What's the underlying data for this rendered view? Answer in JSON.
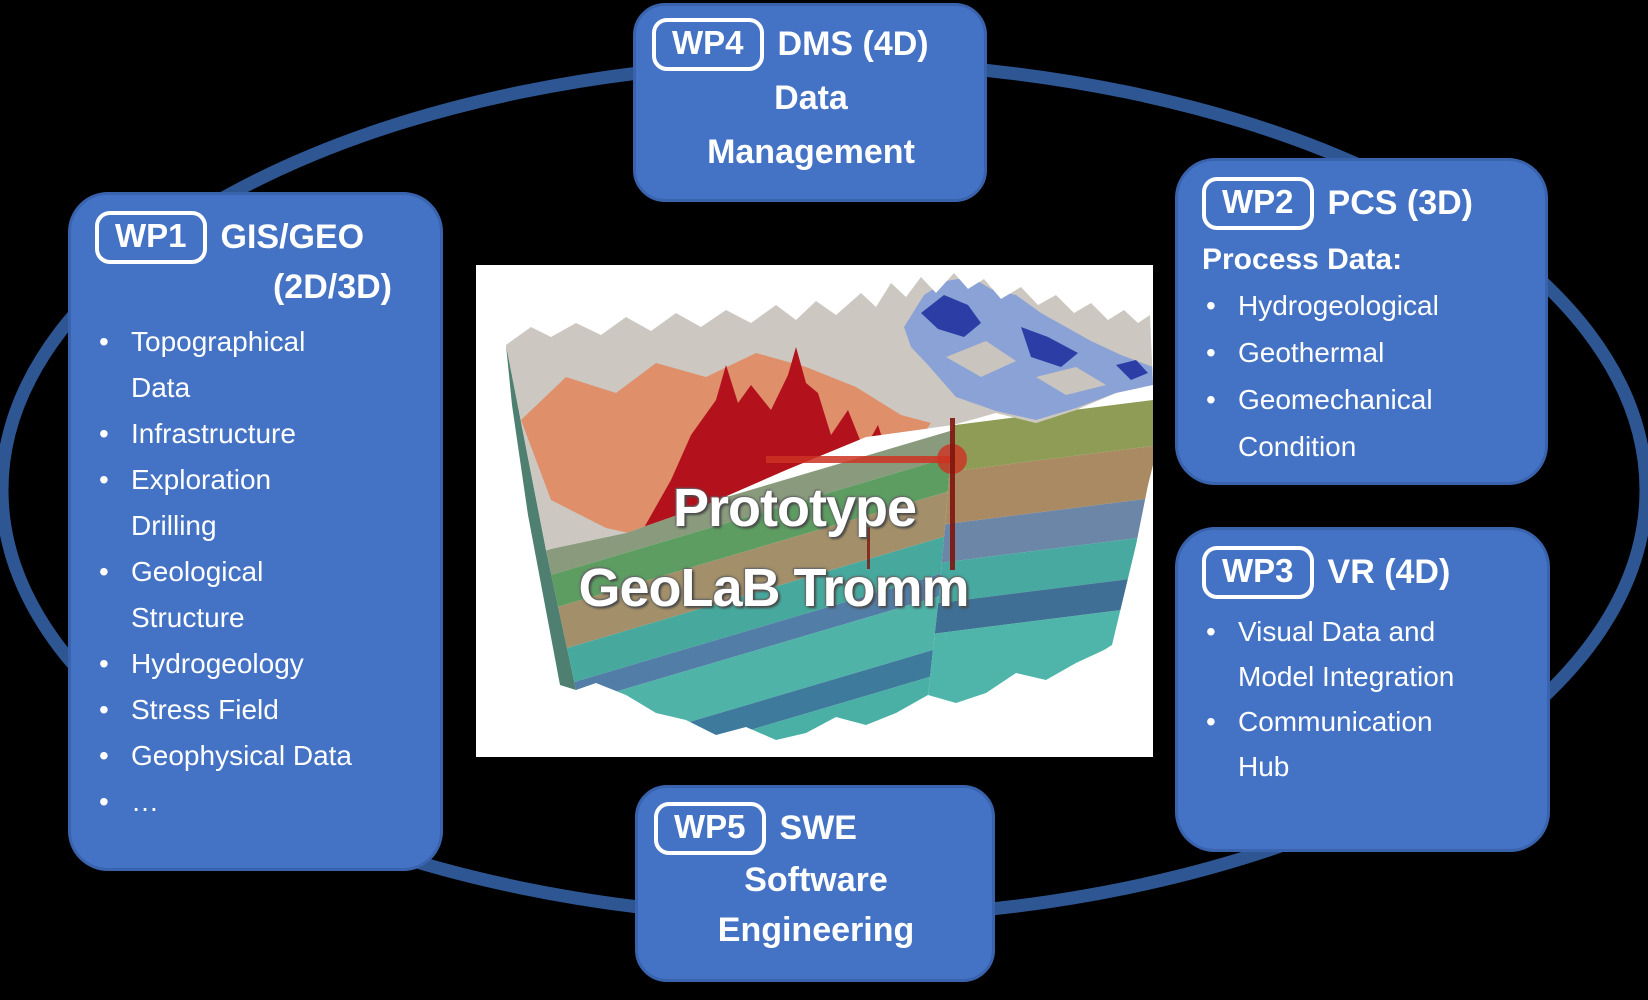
{
  "glyphs": {
    "bullet": "•"
  },
  "colors": {
    "background": "#000000",
    "card_fill": "#4472C4",
    "card_border": "#3A63AE",
    "ring": "#2E5693",
    "chip_border": "#FFFFFF",
    "text": "#FFFFFF"
  },
  "wp1": {
    "chip": "WP1",
    "title": "GIS/GEO",
    "subtitle": "(2D/3D)",
    "bullets": [
      [
        "Topographical",
        "Data"
      ],
      [
        "Infrastructure"
      ],
      [
        "Exploration",
        "Drilling"
      ],
      [
        "Geological",
        "Structure"
      ],
      [
        "Hydrogeology"
      ],
      [
        "Stress Field"
      ],
      [
        "Geophysical Data"
      ],
      [
        "…"
      ]
    ]
  },
  "wp2": {
    "chip": "WP2",
    "title": "PCS (3D)",
    "intro": "Process Data:",
    "bullets": [
      [
        "Hydrogeological"
      ],
      [
        "Geothermal"
      ],
      [
        "Geomechanical",
        "Condition"
      ]
    ]
  },
  "wp3": {
    "chip": "WP3",
    "title": "VR (4D)",
    "bullets": [
      [
        "Visual Data and",
        "Model Integration"
      ],
      [
        "Communication",
        "Hub"
      ]
    ]
  },
  "wp4": {
    "chip": "WP4",
    "title": "DMS (4D)",
    "line2": "Data",
    "line3": "Management"
  },
  "wp5": {
    "chip": "WP5",
    "title": "SWE",
    "line2": "Software",
    "line3": "Engineering"
  },
  "model": {
    "caption_line1": "Prototype",
    "caption_line2": "GeoLaB Tromm",
    "palette": {
      "paper": "#FFFFFF",
      "rock_gray": "#CCC8C1",
      "salmon": "#DF8F6A",
      "red": "#B3121D",
      "blue_light": "#8AA2D6",
      "navy": "#2C3DA6",
      "left_face": "#4E7F70",
      "borehole_red": "#CD3222",
      "borehole_dark": "#7E150E"
    }
  }
}
